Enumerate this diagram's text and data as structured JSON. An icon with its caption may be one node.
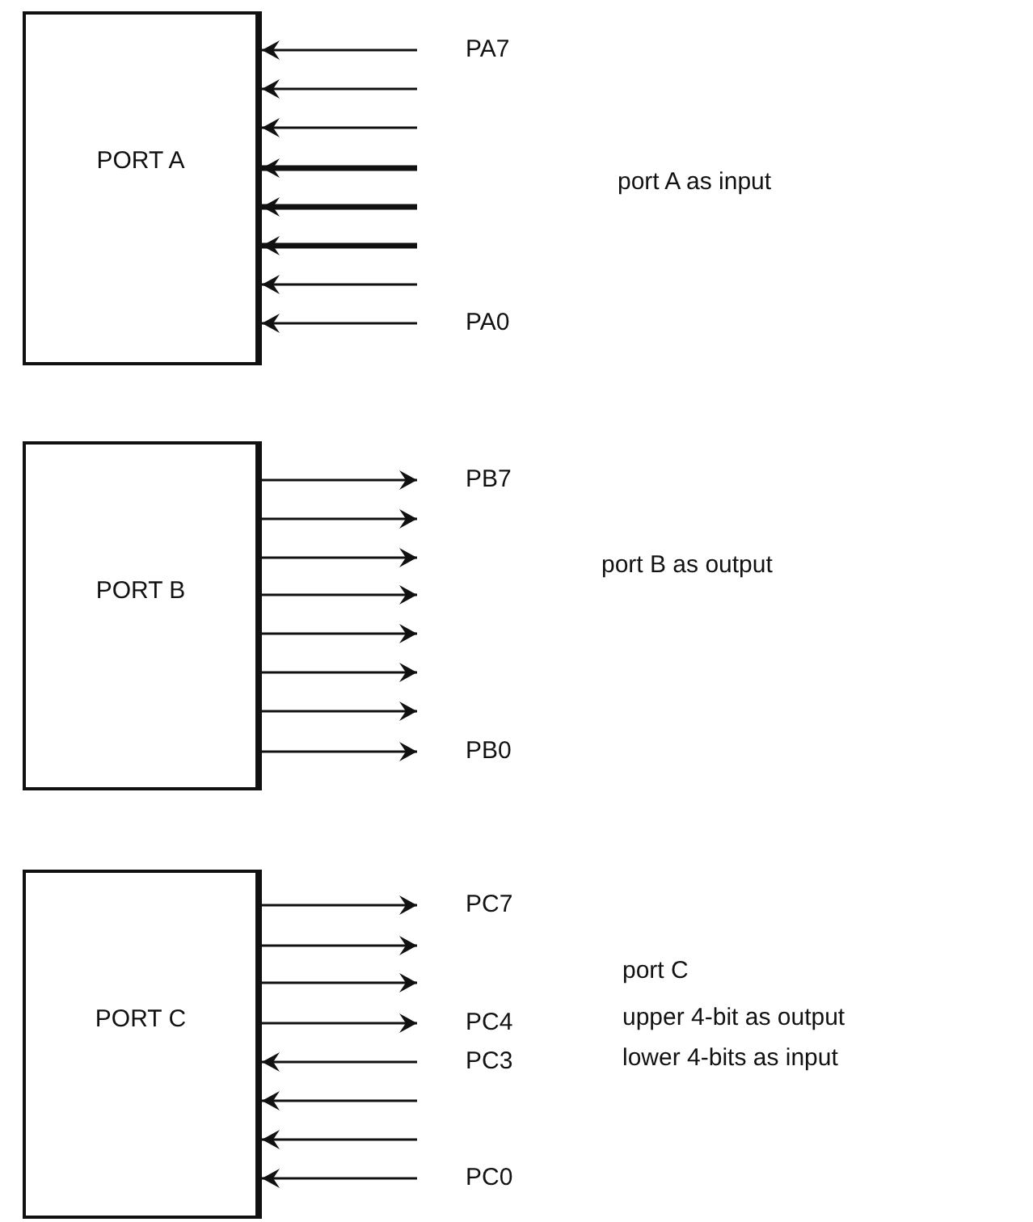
{
  "diagram": {
    "nodes": [
      {
        "text": [
          "PORT A"
        ]
      },
      {
        "text": [
          "PORT B"
        ]
      },
      {
        "text": [
          "PORT C"
        ]
      }
    ],
    "edges": [
      {
        "from": null,
        "to": 0,
        "arrow": "to"
      },
      {
        "from": null,
        "to": 0,
        "arrow": "to"
      },
      {
        "from": null,
        "to": 0,
        "arrow": "to"
      },
      {
        "from": null,
        "to": 0,
        "arrow": "to",
        "style": "thick"
      },
      {
        "from": null,
        "to": 0,
        "arrow": "to",
        "style": "thick"
      },
      {
        "from": null,
        "to": 0,
        "arrow": "to",
        "style": "thick"
      },
      {
        "from": null,
        "to": 0,
        "arrow": "to"
      },
      {
        "from": null,
        "to": 0,
        "arrow": "to"
      },
      {
        "from": 1,
        "to": null,
        "arrow": "to"
      },
      {
        "from": 1,
        "to": null,
        "arrow": "to"
      },
      {
        "from": 1,
        "to": null,
        "arrow": "to"
      },
      {
        "from": 1,
        "to": null,
        "arrow": "to"
      },
      {
        "from": 1,
        "to": null,
        "arrow": "to"
      },
      {
        "from": 1,
        "to": null,
        "arrow": "to"
      },
      {
        "from": 1,
        "to": null,
        "arrow": "to"
      },
      {
        "from": 1,
        "to": null,
        "arrow": "to"
      },
      {
        "from": 2,
        "to": null,
        "arrow": "to"
      },
      {
        "from": 2,
        "to": null,
        "arrow": "to"
      },
      {
        "from": 2,
        "to": null,
        "arrow": "to"
      },
      {
        "from": 2,
        "to": null,
        "arrow": "to"
      },
      {
        "from": null,
        "to": 2,
        "arrow": "to"
      },
      {
        "from": null,
        "to": 2,
        "arrow": "to"
      },
      {
        "from": null,
        "to": 2,
        "arrow": "to"
      },
      {
        "from": null,
        "to": 2,
        "arrow": "to"
      }
    ],
    "labels": [
      "PA7",
      "PA0",
      "port A as input",
      "PB7",
      "PB0",
      "port B as output",
      "PC7",
      "PC4",
      "PC3",
      "PC0",
      "port C",
      "upper 4-bit as output",
      "lower 4-bits as input"
    ]
  }
}
